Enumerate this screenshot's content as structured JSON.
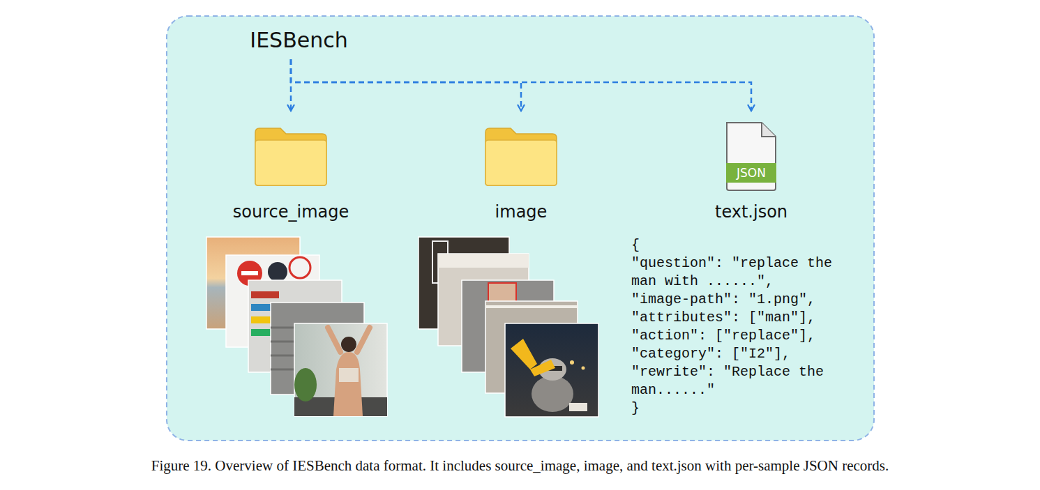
{
  "diagram": {
    "caption": "Figure 19. Overview of IESBench data format. It includes source_image, image, and text.json with per-sample JSON records.",
    "nodes": [
      {
        "text": [
          "IESBench"
        ]
      },
      {
        "text": [
          "source_image"
        ]
      },
      {
        "text": [
          "image"
        ]
      },
      {
        "text": [
          "text.json"
        ]
      }
    ],
    "edges": [
      {
        "from": 0,
        "to": 1,
        "arrow": "to"
      },
      {
        "from": 0,
        "to": 2,
        "arrow": "to"
      },
      {
        "from": 0,
        "to": 3,
        "arrow": "to"
      }
    ],
    "labels": [
      "JSON",
      "{",
      "\"question\": \"replace the man with ......\",",
      "\"image-path\": \"1.png\",",
      "\"attributes\": [\"man\"],",
      "\"action\": [\"replace\"],",
      "\"category\": [\"I2\"],",
      "\"rewrite\": \"Replace the man......\"",
      "}"
    ]
  }
}
